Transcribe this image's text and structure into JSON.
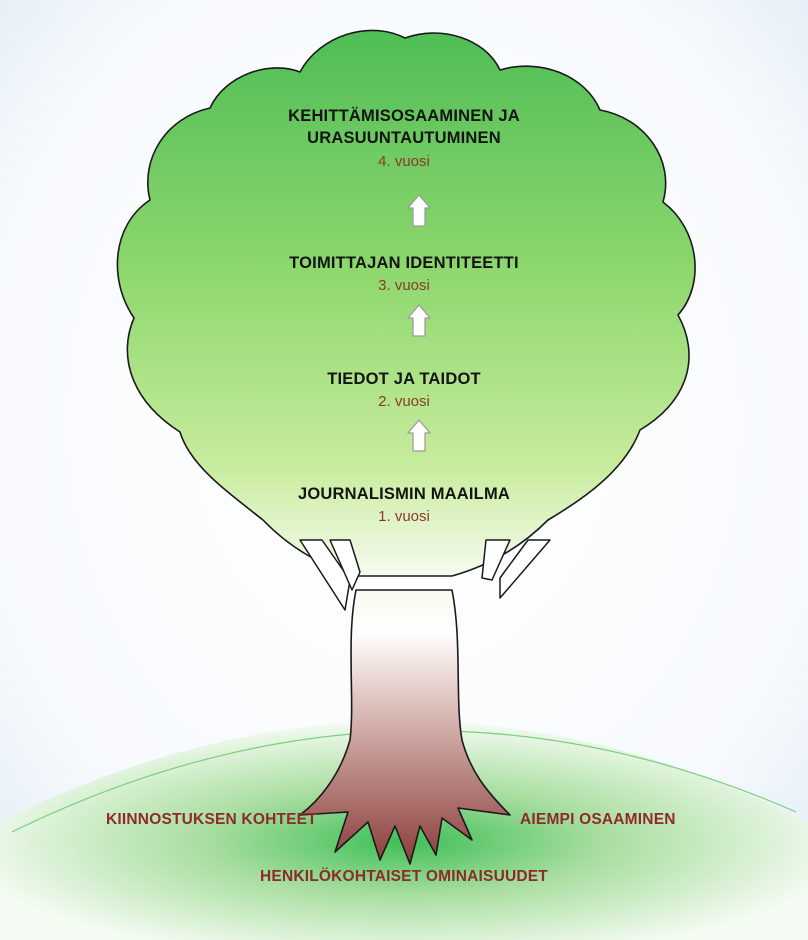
{
  "stages": [
    {
      "title_line1": "KEHITTÄMISOSAAMINEN JA",
      "title_line2": "URASUUNTAUTUMINEN",
      "year": "4. vuosi"
    },
    {
      "title_line1": "TOIMITTAJAN IDENTITEETTI",
      "year": "3. vuosi"
    },
    {
      "title_line1": "TIEDOT JA TAIDOT",
      "year": "2. vuosi"
    },
    {
      "title_line1": "JOURNALISMIN MAAILMA",
      "year": "1. vuosi"
    }
  ],
  "ground": {
    "left": "KIINNOSTUKSEN KOHTEET",
    "right": "AIEMPI OSAAMINEN",
    "bottom": "HENKILÖKOHTAISET OMINAISUUDET"
  },
  "colors": {
    "canopy_top": "#56c058",
    "canopy_bottom": "#f4fbee",
    "trunk_top": "#ffffff",
    "trunk_bottom": "#8a3c3a",
    "ground": "#3fc25a",
    "label_text": "#8e2a2a",
    "year_text": "#8a3a2a"
  }
}
